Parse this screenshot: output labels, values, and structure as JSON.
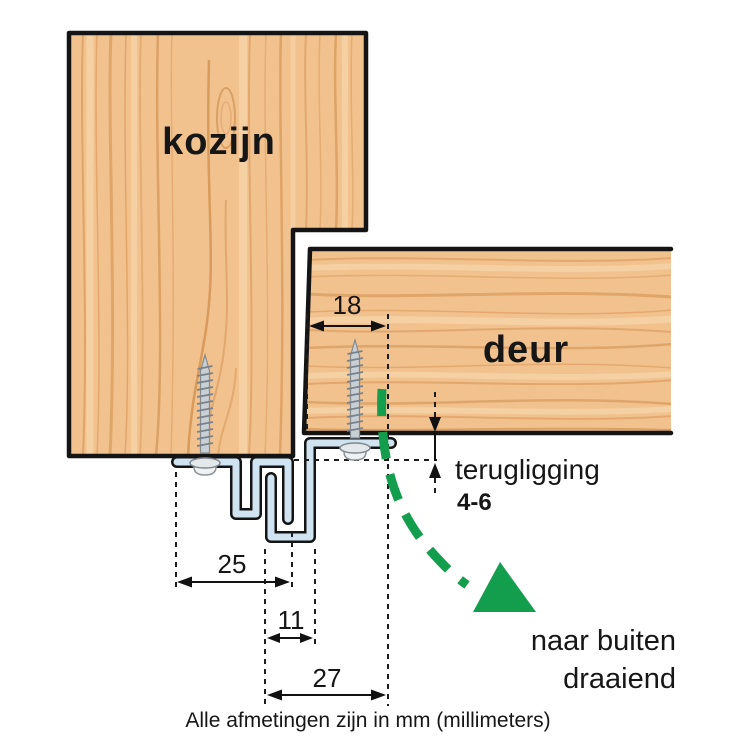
{
  "diagram": {
    "labels": {
      "frame": "kozijn",
      "door": "deur"
    },
    "dimensions": {
      "dim_18": "18",
      "dim_25": "25",
      "dim_11": "11",
      "dim_27": "27"
    },
    "annotations": {
      "recess_label": "terugligging",
      "recess_value": "4-6",
      "swing_line1": "naar buiten",
      "swing_line2": "draaiend"
    },
    "caption": {
      "text": "Alle afmetingen zijn in mm (millimeters)"
    },
    "colors": {
      "wood_base": "#f1c28e",
      "wood_grain": "#d9955a",
      "profile_fill": "#cfe3f0",
      "outline": "#141414",
      "accent_green": "#129e4d"
    }
  }
}
